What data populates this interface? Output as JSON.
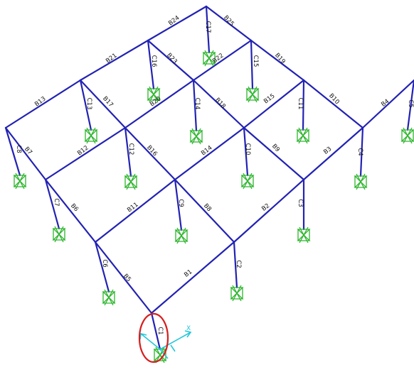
{
  "frame": {
    "colors": {
      "member": "#2222b4",
      "support": "#2db52d",
      "label": "#111111",
      "highlight": "#d62020",
      "axis": "#26c6da"
    },
    "beams": [
      {
        "id": "b1",
        "label": "B1"
      },
      {
        "id": "b2",
        "label": "B2"
      },
      {
        "id": "b3",
        "label": "B3"
      },
      {
        "id": "b4",
        "label": "B4"
      },
      {
        "id": "b5",
        "label": "B5"
      },
      {
        "id": "b6",
        "label": "B6"
      },
      {
        "id": "b7",
        "label": "B7"
      },
      {
        "id": "b8",
        "label": "B8"
      },
      {
        "id": "b9",
        "label": "B9"
      },
      {
        "id": "b10",
        "label": "B10"
      },
      {
        "id": "b11",
        "label": "B11"
      },
      {
        "id": "b12",
        "label": "B12"
      },
      {
        "id": "b13",
        "label": "B13"
      },
      {
        "id": "b14",
        "label": "B14"
      },
      {
        "id": "b15",
        "label": "B15"
      },
      {
        "id": "b16",
        "label": "B16"
      },
      {
        "id": "b17",
        "label": "B17"
      },
      {
        "id": "b18",
        "label": "B18"
      },
      {
        "id": "b19",
        "label": "B19"
      },
      {
        "id": "b20",
        "label": "B20"
      },
      {
        "id": "b21",
        "label": "B21"
      },
      {
        "id": "b22",
        "label": "B22"
      },
      {
        "id": "b23",
        "label": "B23"
      },
      {
        "id": "b24",
        "label": "B24"
      },
      {
        "id": "b25",
        "label": "B25"
      }
    ],
    "columns": [
      {
        "id": "c1",
        "label": "C1"
      },
      {
        "id": "c2",
        "label": "C2"
      },
      {
        "id": "c3",
        "label": "C3"
      },
      {
        "id": "c4",
        "label": "C4"
      },
      {
        "id": "c5",
        "label": "C5"
      },
      {
        "id": "c6",
        "label": "C6"
      },
      {
        "id": "c7",
        "label": "C7"
      },
      {
        "id": "c8",
        "label": "C8"
      },
      {
        "id": "c9",
        "label": "C9"
      },
      {
        "id": "c10",
        "label": "C10"
      },
      {
        "id": "c11",
        "label": "C11"
      },
      {
        "id": "c12",
        "label": "C12"
      },
      {
        "id": "c13",
        "label": "C13"
      },
      {
        "id": "c14",
        "label": "C14"
      },
      {
        "id": "c15",
        "label": "C15"
      },
      {
        "id": "c16",
        "label": "C16"
      },
      {
        "id": "c17",
        "label": "C17"
      }
    ],
    "axes": {
      "x_label": "X"
    },
    "highlighted_column": "C1"
  }
}
